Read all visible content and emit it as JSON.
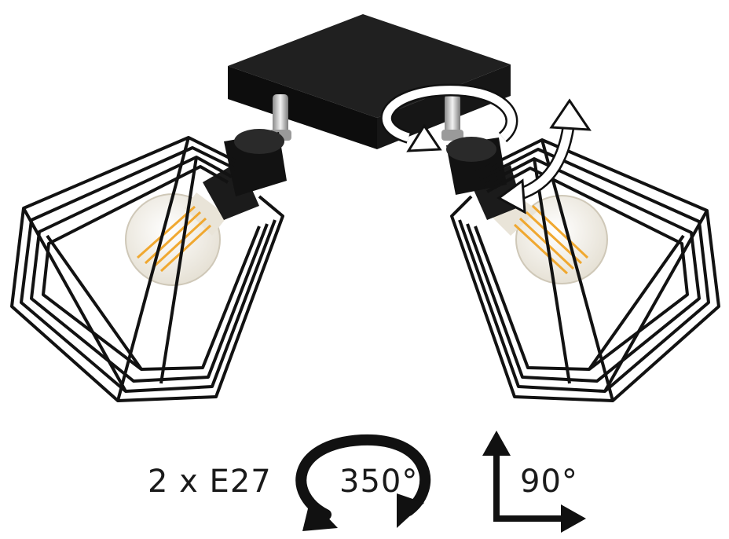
{
  "product": {
    "bulb_spec": "2 x E27",
    "rotation_label": "350°",
    "tilt_label": "90°"
  },
  "colors": {
    "metal_black": "#121212",
    "plate_top": "#1e1e1e",
    "chrome": "#cfcfcf",
    "filament": "#f0a830",
    "glass": "#f1ede4",
    "text": "#1a1a1a"
  },
  "icons": {
    "rotation": "rotate-350-icon",
    "tilt": "tilt-90-icon"
  }
}
